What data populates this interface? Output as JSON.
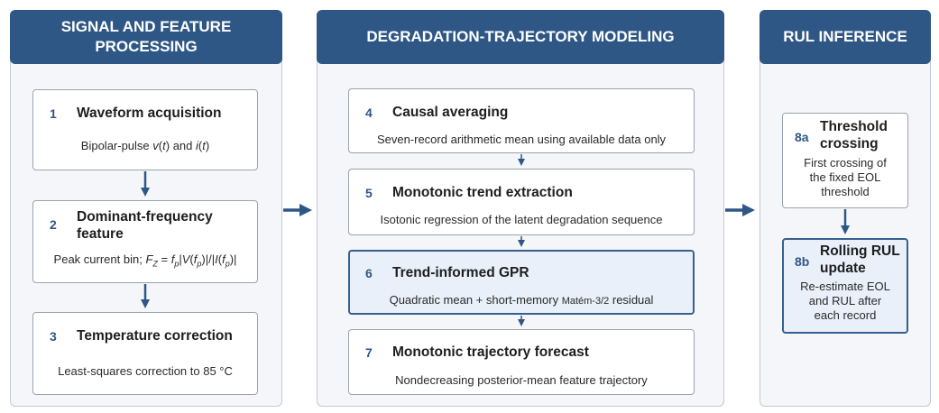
{
  "colors": {
    "header_bg": "#2e5785",
    "panel_bg": "#f4f6f9",
    "highlight_bg": "#e9f0f9",
    "arrow": "#2e5785"
  },
  "columns": [
    {
      "header": "SIGNAL AND FEATURE\nPROCESSING",
      "steps": [
        {
          "num": "1",
          "title": "Waveform acquisition"
        },
        {
          "num": "2",
          "title": "Dominant-frequency\nfeature"
        },
        {
          "num": "3",
          "title": "Temperature correction",
          "desc": "Least-squares correction to 85 °C"
        }
      ]
    },
    {
      "header": "DEGRADATION-TRAJECTORY MODELING",
      "steps": [
        {
          "num": "4",
          "title": "Causal averaging",
          "desc": "Seven-record arithmetic mean using available data only"
        },
        {
          "num": "5",
          "title": "Monotonic trend extraction",
          "desc": "Isotonic regression of the latent degradation sequence"
        },
        {
          "num": "6",
          "title": "Trend-informed GPR",
          "desc_pre": "Quadratic mean + short-memory ",
          "desc_small": "Matém-3/2",
          "desc_post": " residual"
        },
        {
          "num": "7",
          "title": "Monotonic trajectory forecast",
          "desc": "Nondecreasing posterior-mean feature trajectory"
        }
      ]
    },
    {
      "header": "RUL INFERENCE",
      "steps": [
        {
          "num": "8a",
          "title": "Threshold\ncrossing",
          "desc": "First crossing of\nthe fixed EOL\nthreshold"
        },
        {
          "num": "8b",
          "title": "Rolling RUL\nupdate",
          "desc": "Re-estimate EOL\nand RUL after\neach record"
        }
      ]
    }
  ]
}
